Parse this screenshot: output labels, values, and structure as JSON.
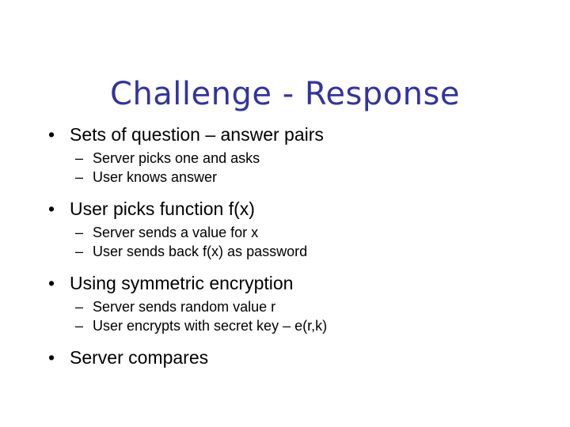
{
  "slide": {
    "title": "Challenge - Response",
    "title_color": "#3333a0",
    "background_color": "#ffffff",
    "body_color": "#000000",
    "markers": {
      "level1": "•",
      "level2": "–"
    },
    "groups": [
      {
        "main": "Sets of question – answer pairs",
        "subs": [
          "Server picks one and asks",
          "User knows answer"
        ]
      },
      {
        "main": "User picks function f(x)",
        "subs": [
          "Server sends a value for x",
          "User sends back f(x) as password"
        ]
      },
      {
        "main": "Using symmetric encryption",
        "subs": [
          "Server sends random value r",
          "User encrypts with secret key – e(r,k)"
        ]
      },
      {
        "main": "Server compares",
        "subs": []
      }
    ]
  }
}
